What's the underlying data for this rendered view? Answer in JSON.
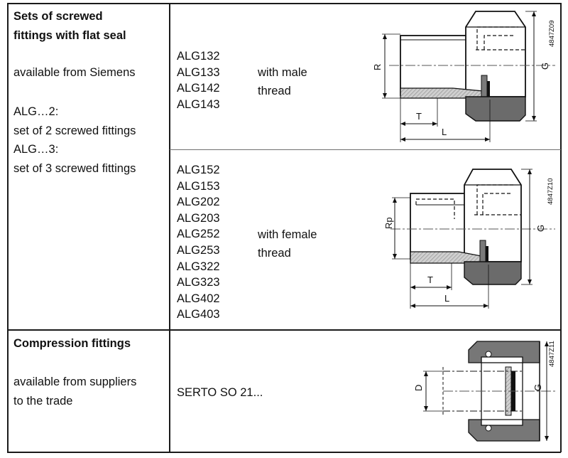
{
  "table": {
    "rows": [
      {
        "left": {
          "title_line1": "Sets of screwed",
          "title_line2": "fittings with flat seal",
          "availability": "available from Siemens",
          "set2_code": "ALG…2:",
          "set2_desc": "set of 2 screwed fittings",
          "set3_code": "ALG…3:",
          "set3_desc": "set of 3 screwed fittings"
        },
        "sub_rows": [
          {
            "codes": [
              "ALG132",
              "ALG133",
              "ALG142",
              "ALG143"
            ],
            "thread_line1": "with male",
            "thread_line2": "thread",
            "drawing": {
              "id_label": "4847Z09",
              "dim_height": "R",
              "dim_thread": "T",
              "dim_length": "L",
              "dim_outer": "G"
            }
          },
          {
            "codes": [
              "ALG152",
              "ALG153",
              "ALG202",
              "ALG203",
              "ALG252",
              "ALG253",
              "ALG322",
              "ALG323",
              "ALG402",
              "ALG403"
            ],
            "thread_line1": "with female",
            "thread_line2": "thread",
            "drawing": {
              "id_label": "4847Z10",
              "dim_height": "Rp",
              "dim_thread": "T",
              "dim_length": "L",
              "dim_outer": "G"
            }
          }
        ]
      },
      {
        "left": {
          "title": "Compression fittings",
          "availability_line1": "available from suppliers",
          "availability_line2": "to the trade"
        },
        "product": "SERTO SO 21...",
        "drawing": {
          "id_label": "4847Z11",
          "dim_diameter": "D",
          "dim_outer": "G"
        }
      }
    ]
  }
}
